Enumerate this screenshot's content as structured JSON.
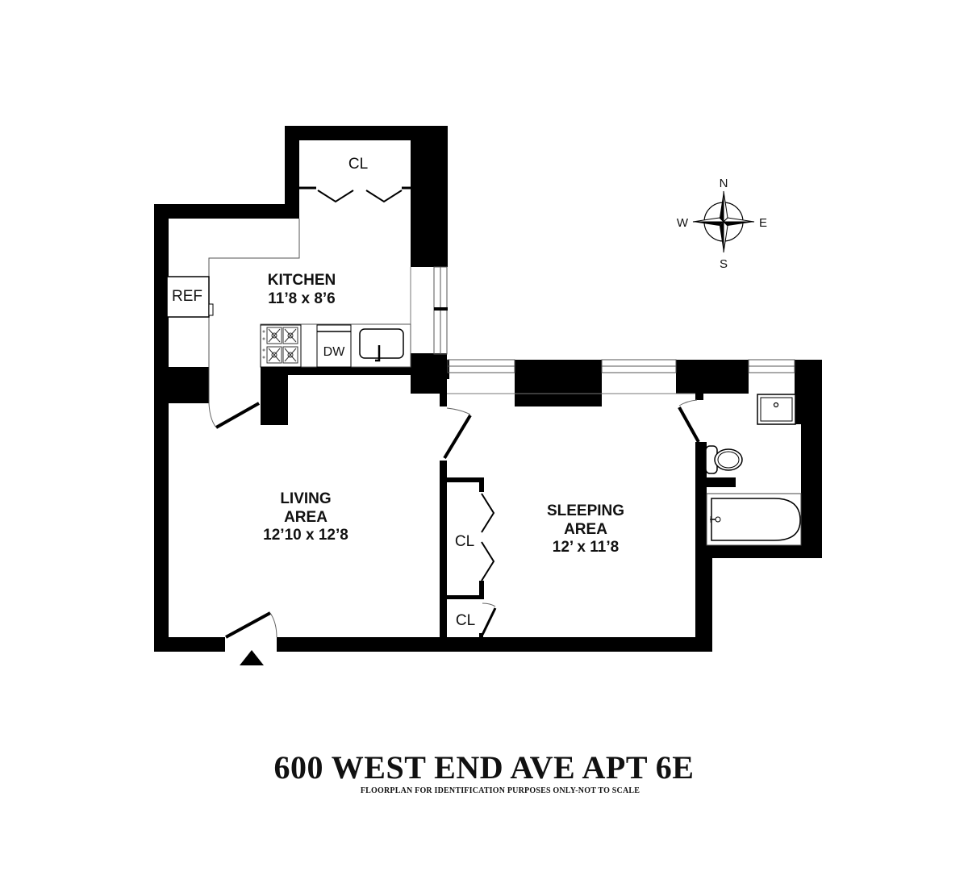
{
  "listing": {
    "title": "600 WEST END AVE APT 6E",
    "disclaimer": "FLOORPLAN FOR IDENTIFICATION PURPOSES ONLY-NOT TO SCALE"
  },
  "rooms": {
    "kitchen": {
      "name": "KITCHEN",
      "dimensions": "11’8 x 8’6"
    },
    "living": {
      "name_line1": "LIVING",
      "name_line2": "AREA",
      "dimensions": "12’10 x 12’8"
    },
    "sleeping": {
      "name_line1": "SLEEPING",
      "name_line2": "AREA",
      "dimensions": "12’ x 11’8"
    }
  },
  "fixtures": {
    "refrigerator": "REF",
    "dishwasher": "DW",
    "kitchen_closet": "CL",
    "sleeping_closet_large": "CL",
    "sleeping_closet_small": "CL"
  },
  "compass": {
    "north": "N",
    "south": "S",
    "east": "E",
    "west": "W"
  },
  "colors": {
    "wall": "#000000",
    "background": "#ffffff",
    "text": "#111111"
  }
}
